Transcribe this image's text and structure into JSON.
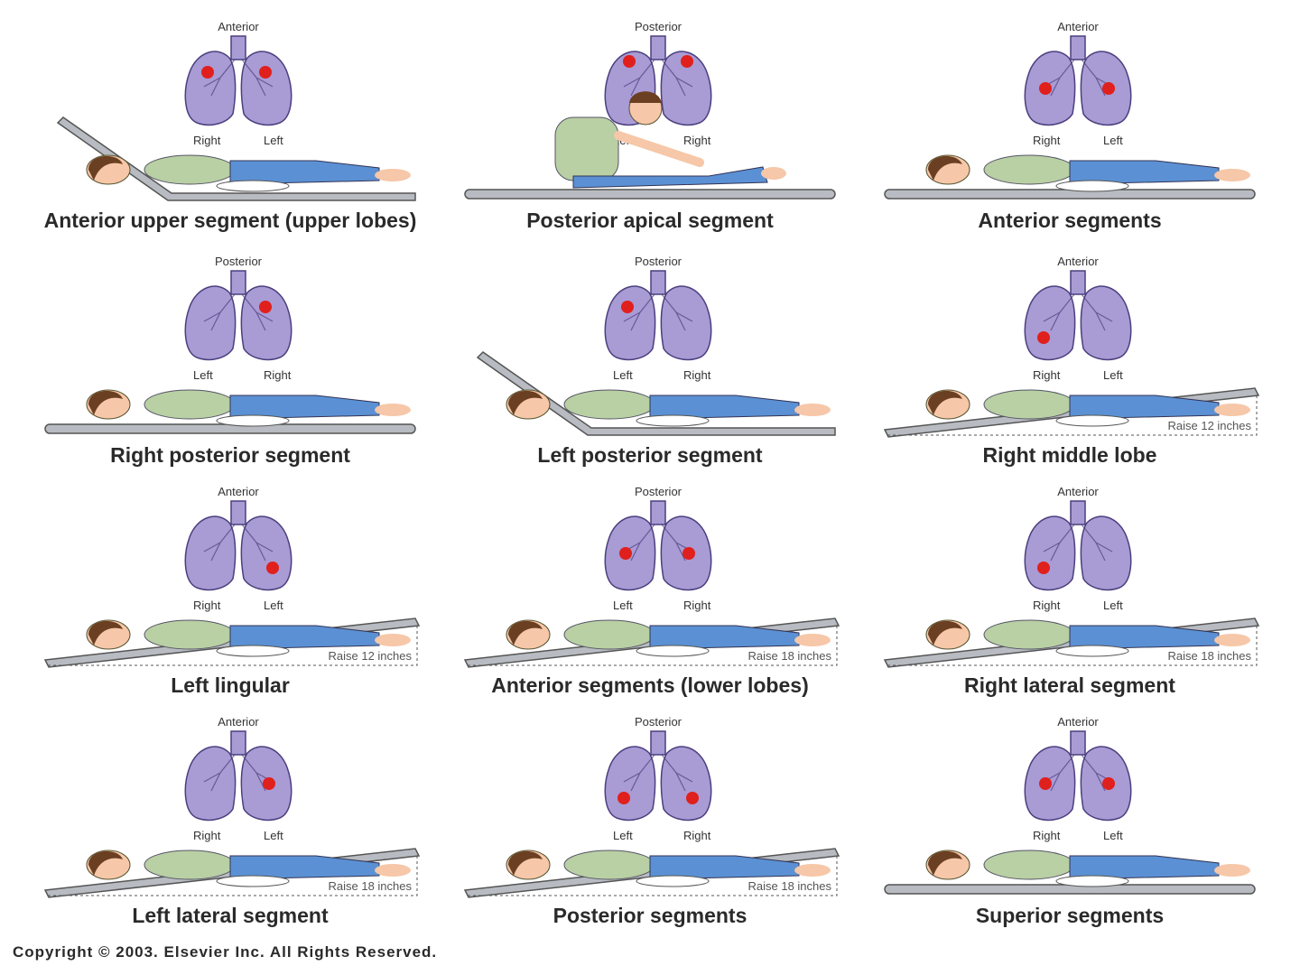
{
  "colors": {
    "lung": "#a99bd4",
    "lung_stroke": "#4b3f7e",
    "target": "#e0201c",
    "table": "#b8bcc2",
    "skin": "#f6c7a8",
    "hair": "#6b3f22",
    "shirt": "#b9cfa4",
    "pants": "#5b91d4",
    "pillow": "#ffffff"
  },
  "positions": [
    {
      "caption": "Anterior upper segment (upper lobes)",
      "view": "Anterior",
      "side_left": "Right",
      "side_right": "Left",
      "targets": [
        "left-upper",
        "right-upper"
      ],
      "bed": "head-up",
      "raise": ""
    },
    {
      "caption": "Posterior apical segment",
      "view": "Posterior",
      "side_left": "Left",
      "side_right": "Right",
      "targets": [
        "left-apex",
        "right-apex"
      ],
      "bed": "sitting",
      "raise": ""
    },
    {
      "caption": "Anterior segments",
      "view": "Anterior",
      "side_left": "Right",
      "side_right": "Left",
      "targets": [
        "left-mid",
        "right-mid"
      ],
      "bed": "flat",
      "raise": ""
    },
    {
      "caption": "Right posterior segment",
      "view": "Posterior",
      "side_left": "Left",
      "side_right": "Right",
      "targets": [
        "right-upper"
      ],
      "bed": "flat-prone",
      "raise": ""
    },
    {
      "caption": "Left posterior segment",
      "view": "Posterior",
      "side_left": "Left",
      "side_right": "Right",
      "targets": [
        "left-upper"
      ],
      "bed": "head-up",
      "raise": ""
    },
    {
      "caption": "Right middle lobe",
      "view": "Anterior",
      "side_left": "Right",
      "side_right": "Left",
      "targets": [
        "left-lower"
      ],
      "bed": "foot-up",
      "raise": "Raise 12 inches"
    },
    {
      "caption": "Left lingular",
      "view": "Anterior",
      "side_left": "Right",
      "side_right": "Left",
      "targets": [
        "right-lower"
      ],
      "bed": "foot-up",
      "raise": "Raise 12 inches"
    },
    {
      "caption": "Anterior segments (lower lobes)",
      "view": "Posterior",
      "side_left": "Left",
      "side_right": "Right",
      "targets": [
        "left-mid",
        "right-mid"
      ],
      "bed": "foot-up",
      "raise": "Raise 18 inches"
    },
    {
      "caption": "Right lateral segment",
      "view": "Anterior",
      "side_left": "Right",
      "side_right": "Left",
      "targets": [
        "left-lower"
      ],
      "bed": "foot-up",
      "raise": "Raise 18 inches"
    },
    {
      "caption": "Left lateral segment",
      "view": "Anterior",
      "side_left": "Right",
      "side_right": "Left",
      "targets": [
        "right-mid"
      ],
      "bed": "foot-up",
      "raise": "Raise 18 inches"
    },
    {
      "caption": "Posterior segments",
      "view": "Posterior",
      "side_left": "Left",
      "side_right": "Right",
      "targets": [
        "left-lower",
        "right-lower"
      ],
      "bed": "foot-up",
      "raise": "Raise 18 inches"
    },
    {
      "caption": "Superior segments",
      "view": "Anterior",
      "side_left": "Right",
      "side_right": "Left",
      "targets": [
        "left-mid",
        "right-mid"
      ],
      "bed": "flat-prone",
      "raise": ""
    }
  ],
  "copyright": "Copyright © 2003. Elsevier Inc. All Rights Reserved."
}
